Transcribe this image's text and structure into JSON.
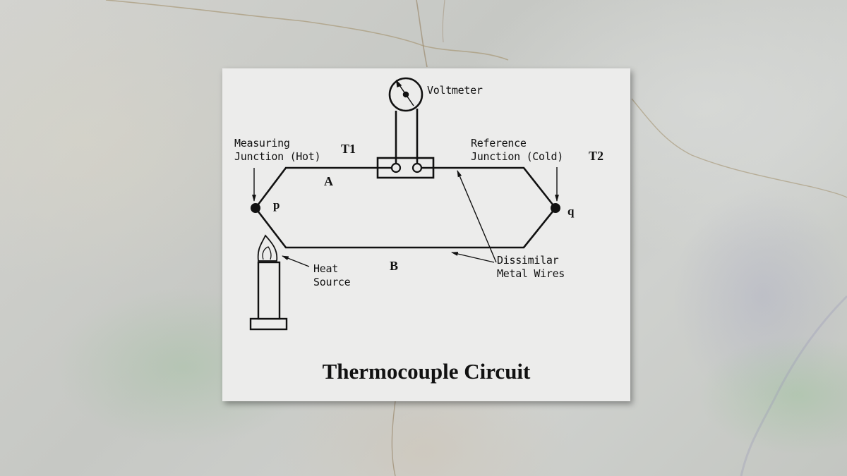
{
  "diagram": {
    "title": "Thermocouple Circuit",
    "labels": {
      "voltmeter": "Voltmeter",
      "measuring_junction": "Measuring\nJunction (Hot)",
      "reference_junction": "Reference\nJunction (Cold)",
      "heat_source": "Heat\nSource",
      "dissimilar_wires": "Dissimilar\nMetal Wires",
      "t1": "T1",
      "t2": "T2",
      "wire_a": "A",
      "wire_b": "B",
      "junction_p": "p",
      "junction_q": "q"
    },
    "nodes": [
      {
        "id": "p",
        "role": "measuring junction (hot)",
        "temperature": "T1"
      },
      {
        "id": "q",
        "role": "reference junction (cold)",
        "temperature": "T2"
      },
      {
        "id": "voltmeter",
        "role": "voltage measurement"
      },
      {
        "id": "heat_source",
        "role": "candle heating junction p"
      }
    ],
    "edges": [
      {
        "from": "p",
        "to": "voltmeter",
        "wire": "A"
      },
      {
        "from": "voltmeter",
        "to": "q",
        "wire": "A"
      },
      {
        "from": "p",
        "to": "q",
        "wire": "B"
      }
    ],
    "colors": {
      "ink": "#111111",
      "paper": "#ececeb",
      "background": "#c9cbc8"
    }
  }
}
